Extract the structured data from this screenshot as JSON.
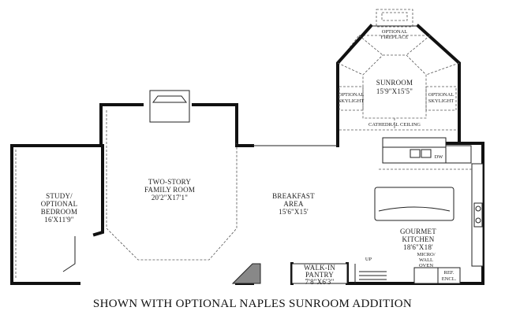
{
  "caption": "SHOWN WITH OPTIONAL NAPLES SUNROOM ADDITION",
  "rooms": {
    "sunroom": {
      "name": "SUNROOM",
      "dims": "15'9\"X15'5\""
    },
    "family_room": {
      "name_line1": "TWO-STORY",
      "name_line2": "FAMILY ROOM",
      "dims": "20'2\"X17'1\""
    },
    "study": {
      "name_line1": "STUDY/",
      "name_line2": "OPTIONAL",
      "name_line3": "BEDROOM",
      "dims": "16'X11'9\""
    },
    "breakfast": {
      "name_line1": "BREAKFAST",
      "name_line2": "AREA",
      "dims": "15'6\"X15'"
    },
    "kitchen": {
      "name_line1": "GOURMET",
      "name_line2": "KITCHEN",
      "dims": "18'6\"X18'"
    },
    "pantry": {
      "name_line1": "WALK-IN",
      "name_line2": "PANTRY",
      "dims": "7'8\"X6'3\""
    }
  },
  "annotations": {
    "fireplace_line1": "OPTIONAL",
    "fireplace_line2": "FIREPLACE",
    "skylight_left_line1": "OPTIONAL",
    "skylight_left_line2": "SKYLIGHT",
    "skylight_right_line1": "OPTIONAL",
    "skylight_right_line2": "SKYLIGHT",
    "cathedral": "CATHEDRAL CEILING",
    "dw": "DW",
    "up": "UP",
    "micro_line1": "MICRO/",
    "micro_line2": "WALL",
    "micro_line3": "OVEN",
    "ref_line1": "REF.",
    "ref_line2": "ENCL."
  }
}
